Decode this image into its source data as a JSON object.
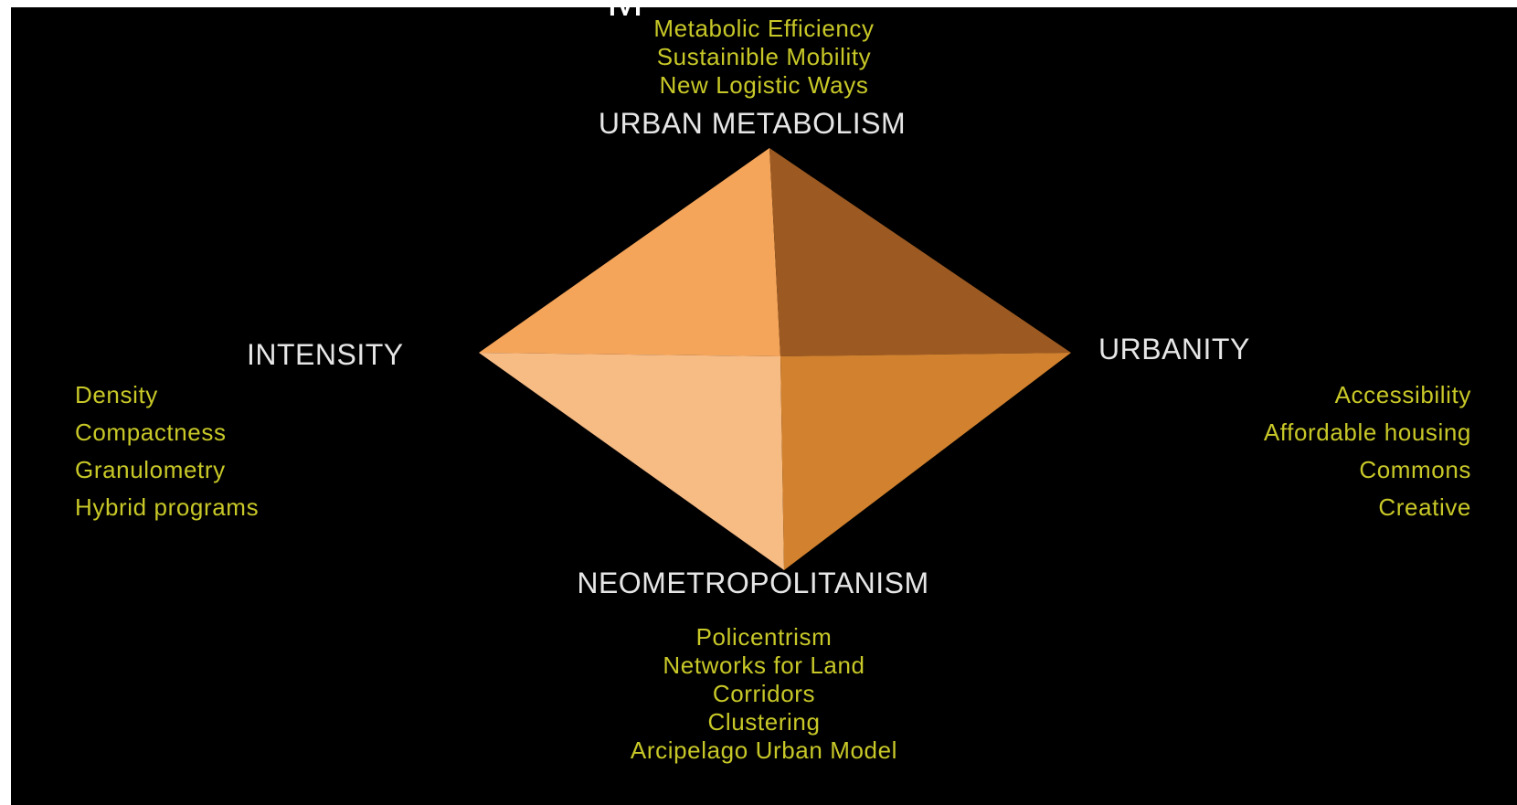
{
  "title_fragment": "M",
  "axes": {
    "top": {
      "label": "URBAN METABOLISM",
      "items": [
        "Metabolic Efficiency",
        "Sustainible Mobility",
        "New Logistic Ways"
      ]
    },
    "left": {
      "label": "INTENSITY",
      "items": [
        "Density",
        "Compactness",
        "Granulometry",
        "Hybrid programs"
      ]
    },
    "right": {
      "label": "URBANITY",
      "items": [
        "Accessibility",
        "Affordable housing",
        "Commons",
        "Creative"
      ]
    },
    "bottom": {
      "label": "NEOMETROPOLITANISM",
      "items": [
        "Policentrism",
        "Networks for Land",
        "Corridors",
        "Clustering",
        "Arcipelago Urban Model"
      ]
    }
  },
  "colors": {
    "background": "#000000",
    "item_text": "#c8c828",
    "axis_text": "#e6e6e6",
    "face_top_left": "#f5a55a",
    "face_top_right": "#9c5a22",
    "face_bottom_left": "#f7bb84",
    "face_bottom_right": "#d2822f"
  }
}
